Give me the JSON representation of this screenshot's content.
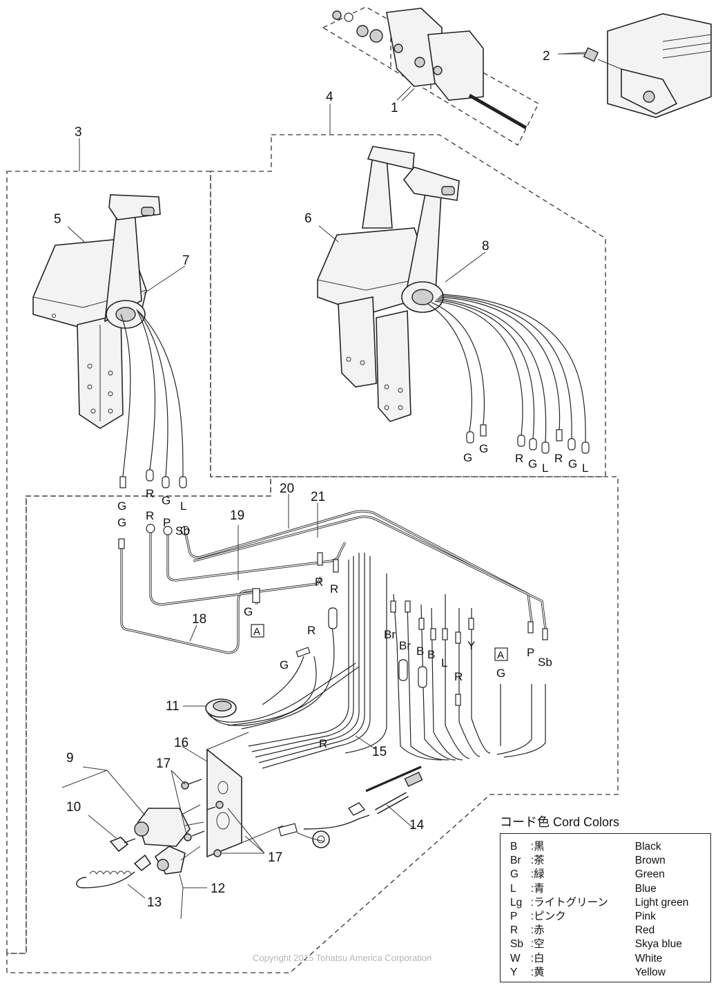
{
  "parts": {
    "p1": "1",
    "p2": "2",
    "p3": "3",
    "p4": "4",
    "p5": "5",
    "p6": "6",
    "p7": "7",
    "p8": "8",
    "p9": "9",
    "p10": "10",
    "p11": "11",
    "p12": "12",
    "p13": "13",
    "p14": "14",
    "p15": "15",
    "p16": "16",
    "p17": "17",
    "p18": "18",
    "p19": "19",
    "p20": "20",
    "p21": "21"
  },
  "wire_labels": {
    "G": "G",
    "R": "R",
    "L": "L",
    "P": "P",
    "Sb": "Sb",
    "Br": "Br",
    "B": "B",
    "Y": "Y"
  },
  "connector_ref": "A",
  "legend": {
    "title": "コード色 Cord Colors",
    "rows": [
      {
        "code": "B",
        "jp": ":黒",
        "en": "Black"
      },
      {
        "code": "Br",
        "jp": ":茶",
        "en": "Brown"
      },
      {
        "code": "G",
        "jp": ":緑",
        "en": "Green"
      },
      {
        "code": "L",
        "jp": ":青",
        "en": "Blue"
      },
      {
        "code": "Lg",
        "jp": ":ライトグリーン",
        "en": "Light green"
      },
      {
        "code": "P",
        "jp": ":ピンク",
        "en": "Pink"
      },
      {
        "code": "R",
        "jp": ":赤",
        "en": "Red"
      },
      {
        "code": "Sb",
        "jp": ":空",
        "en": "Skya blue"
      },
      {
        "code": "W",
        "jp": ":白",
        "en": "White"
      },
      {
        "code": "Y",
        "jp": ":黄",
        "en": "Yellow"
      }
    ]
  },
  "copyright": "Copyright 2015 Tohatsu America Corporation"
}
